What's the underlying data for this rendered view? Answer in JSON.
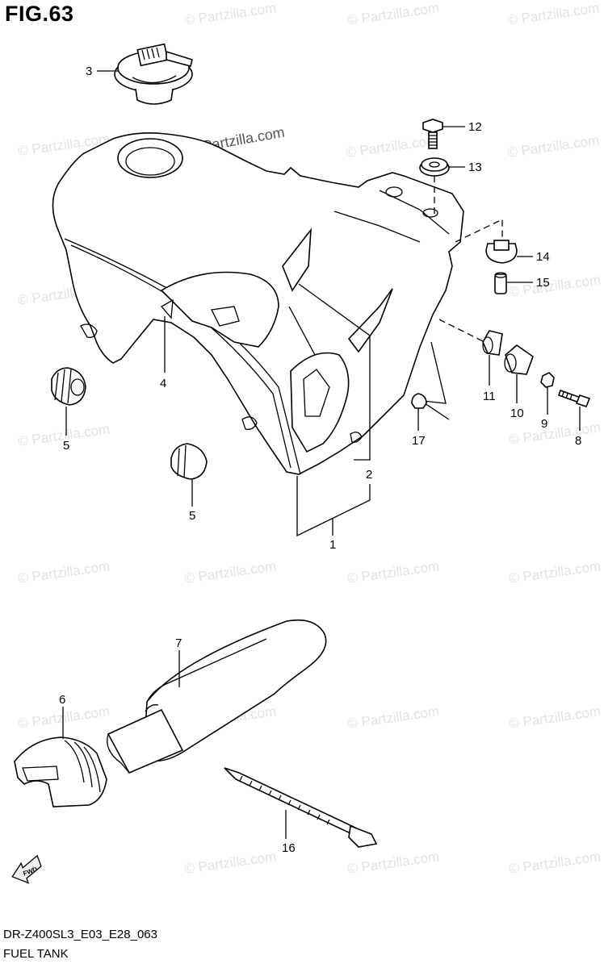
{
  "figure": {
    "title": "FIG.63",
    "model_code": "DR-Z400SL3_E03_E28_063",
    "section_name": "FUEL TANK",
    "fwd_label": "FWD"
  },
  "watermark": {
    "text": "© Partzilla.com",
    "prominent_text": "© Partzilla.com"
  },
  "callouts": [
    "1",
    "2",
    "3",
    "4",
    "5",
    "5",
    "6",
    "7",
    "8",
    "9",
    "10",
    "11",
    "12",
    "13",
    "14",
    "15",
    "16",
    "17"
  ],
  "colors": {
    "line": "#000000",
    "watermark": "#e3e3e3",
    "background": "#ffffff"
  }
}
